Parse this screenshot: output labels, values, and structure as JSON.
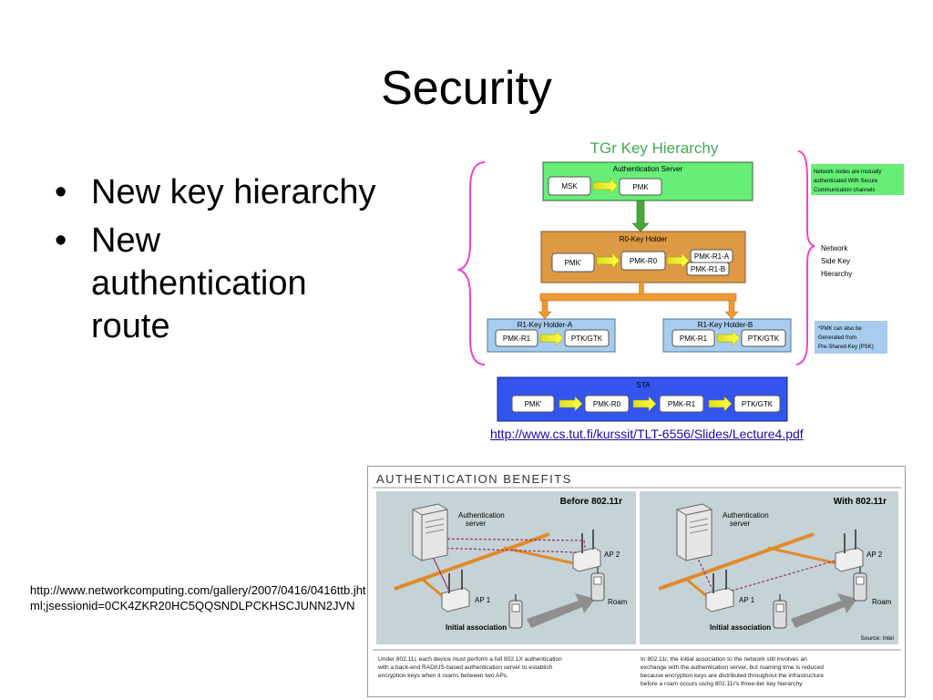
{
  "slide": {
    "title": "Security",
    "bullets": [
      "New key hierarchy",
      "New authentication route"
    ]
  },
  "tgr_figure": {
    "title": "TGr Key Hierarchy",
    "auth_server": {
      "label": "Authentication Server",
      "msk": "MSK",
      "pmk": "PMK"
    },
    "r0_holder": {
      "label": "R0-Key Holder",
      "pmk": "PMK'",
      "pmk_r0": "PMK-R0",
      "pmk_r1_a": "PMK-R1-A",
      "pmk_r1_b": "PMK-R1-B"
    },
    "r1_holder_a": {
      "label": "R1-Key Holder-A",
      "pmk_r1": "PMK-R1",
      "ptk": "PTK/GTK"
    },
    "r1_holder_b": {
      "label": "R1-Key Holder-B",
      "pmk_r1": "PMK-R1",
      "ptk": "PTK/GTK"
    },
    "sta": {
      "label": "STA",
      "items": [
        "PMK'",
        "PMK-R0",
        "PMK-R1",
        "PTK/GTK"
      ]
    },
    "note_secure": [
      "Network nodes are mutually",
      "authenticated With Secure",
      "Communication channels"
    ],
    "note_network": [
      "Network",
      "Side Key",
      "Hierarchy"
    ],
    "note_psk": [
      "*PMK can also be",
      "Generated  from",
      "Pre-Shared-Key (PSK)"
    ],
    "colors": {
      "green": "#66ee77",
      "orange": "#dd9944",
      "blue_light": "#a8ccee",
      "blue_sta": "#3355ee",
      "brace": "#ee44cc"
    }
  },
  "source_link_1": "http://www.cs.tut.fi/kurssit/TLT-6556/Slides/Lecture4.pdf",
  "source_link_2": "http://www.networkcomputing.com/gallery/2007/0416/0416ttb.jhtml;jsessionid=0CK4ZKR20HC5QQSNDLPCKHSCJUNN2JVN",
  "auth_figure": {
    "title": "AUTHENTICATION BENEFITS",
    "left_panel": {
      "heading": "Before 802.11r",
      "server": [
        "Authentication",
        "server"
      ],
      "ap2": "AP 2",
      "ap1": "AP 1",
      "roam": "Roam",
      "initial": "Initial association"
    },
    "right_panel": {
      "heading": "With 802.11r",
      "server": [
        "Authentication",
        "server"
      ],
      "ap2": "AP 2",
      "ap1": "AP 1",
      "roam": "Roam",
      "initial": "Initial association",
      "source": "Source: Intel"
    },
    "caption_left": [
      "Under 802.11i, each device must perform a full 802.1X authentication",
      "with a back-end RADIUS-based authentication server to establish",
      "encryption keys when it roams between two APs."
    ],
    "caption_right": [
      "In 802.11r, the initial association to the network still involves an",
      "exchange with the authentication server, but roaming time is reduced",
      "because encryption keys are distributed throughout the infrastructure",
      "before a roam occurs using 802.11r's three-tier key hierarchy."
    ]
  }
}
